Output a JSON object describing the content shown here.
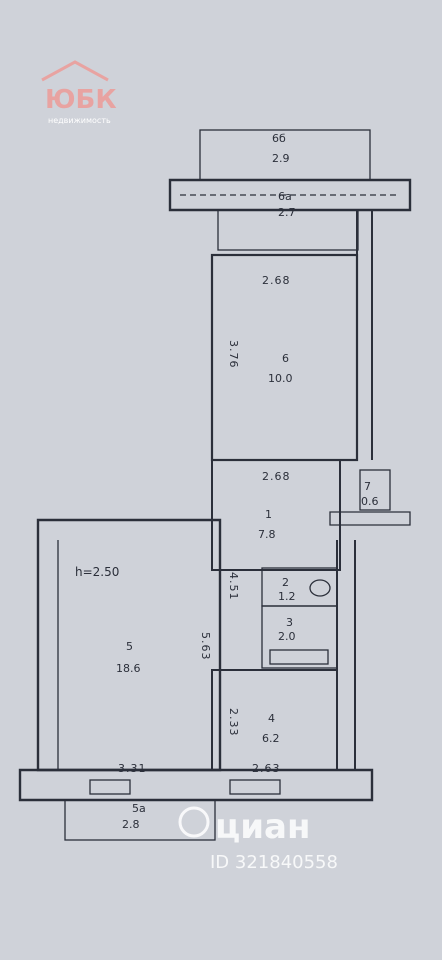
{
  "logo": {
    "text": "ЮБК",
    "subtitle": "недвижимость"
  },
  "watermark": {
    "brand": "циан",
    "id": "ID 321840558"
  },
  "ceiling": "h=2.50",
  "rooms": [
    {
      "id": "6б",
      "area": "2.9"
    },
    {
      "id": "6а",
      "area": "2.7"
    },
    {
      "id": "6",
      "area": "10.0"
    },
    {
      "id": "7",
      "area": "0.6"
    },
    {
      "id": "1",
      "area": "7.8"
    },
    {
      "id": "2",
      "area": "1.2"
    },
    {
      "id": "3",
      "area": "2.0"
    },
    {
      "id": "5",
      "area": "18.6"
    },
    {
      "id": "4",
      "area": "6.2"
    },
    {
      "id": "5а",
      "area": "2.8"
    }
  ],
  "dimensions": [
    "2.68",
    "3.76",
    "2.68",
    "4.51",
    "5.63",
    "2.33",
    "3.31",
    "2.63"
  ],
  "colors": {
    "paper": "#cfd2d9",
    "ink": "#2b2f3a",
    "logo_red": "#c9302c"
  }
}
